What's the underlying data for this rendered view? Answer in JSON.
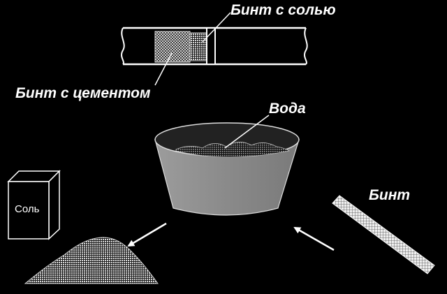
{
  "labels": {
    "salt_bandage": "Бинт с солью",
    "cement_bandage": "Бинт с цементом",
    "water": "Вода",
    "bandage": "Бинт",
    "salt_box": "Соль"
  },
  "colors": {
    "background": "#000000",
    "stroke": "#ffffff",
    "bowl_fill": "#8e8e8e"
  }
}
